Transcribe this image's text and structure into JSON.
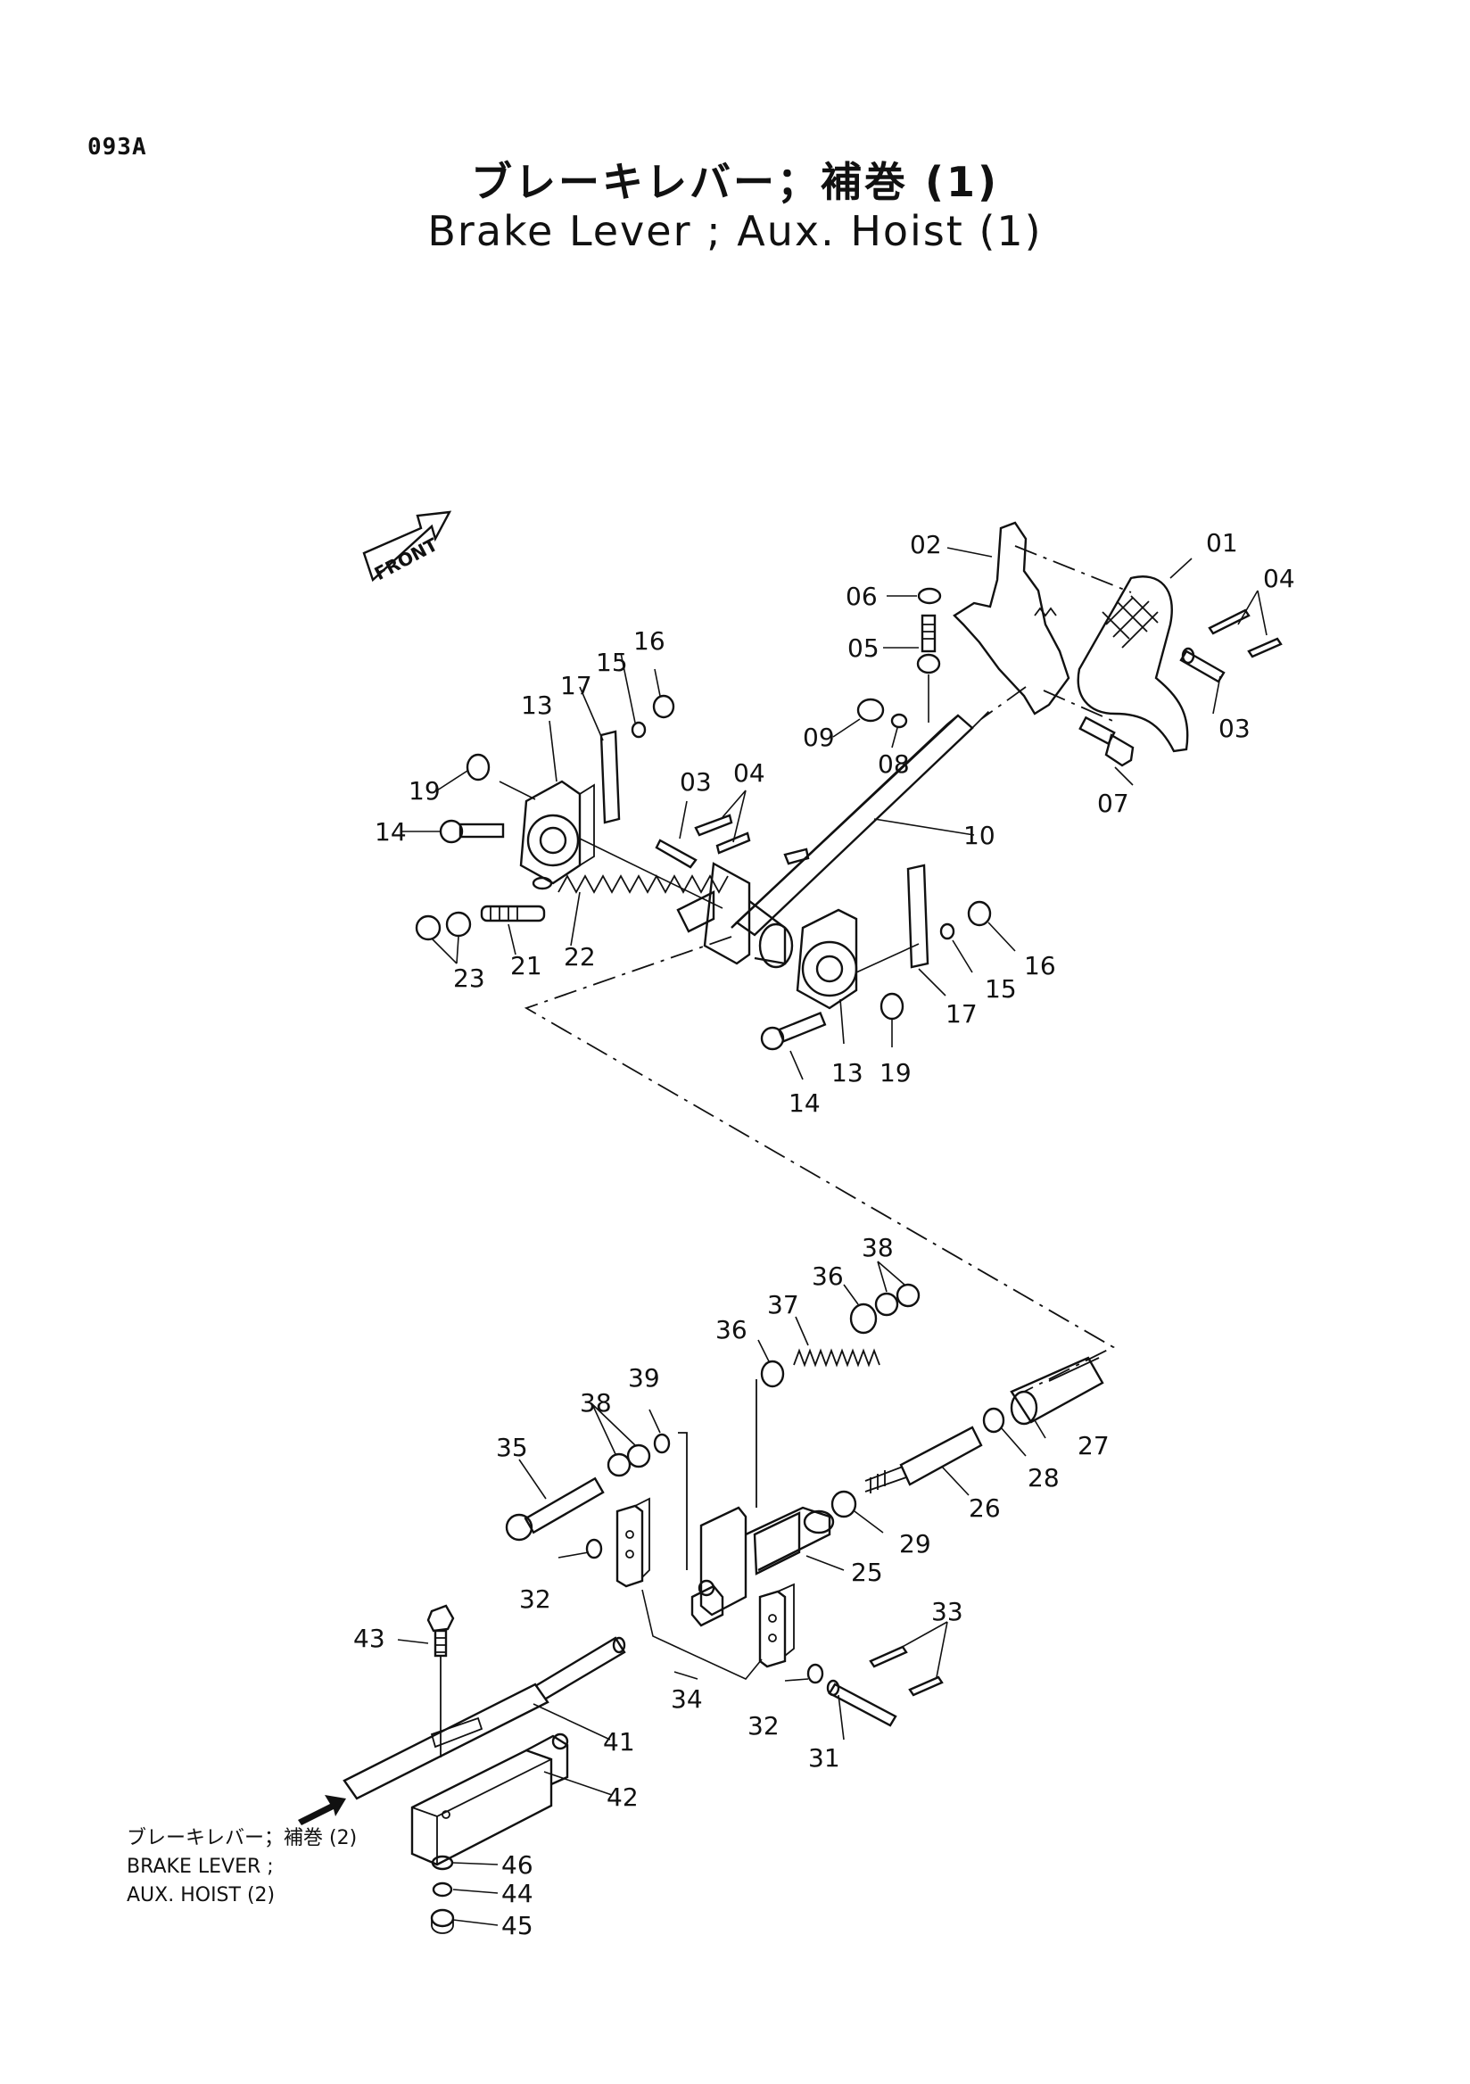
{
  "page_code": "093A",
  "title_ja": "ブレーキレバー；補巻 (1)",
  "title_en": "Brake Lever ; Aux. Hoist (1)",
  "front_label": "FRONT",
  "reference": {
    "line1": "ブレーキレバー；補巻 (2)",
    "line2": "BRAKE  LEVER ;",
    "line3": "AUX.  HOIST (2)"
  },
  "callouts": [
    "01",
    "02",
    "03",
    "04",
    "05",
    "06",
    "07",
    "08",
    "09",
    "10",
    "13",
    "14",
    "15",
    "16",
    "17",
    "19",
    "21",
    "22",
    "23",
    "13",
    "14",
    "15",
    "16",
    "17",
    "19",
    "03",
    "04",
    "25",
    "26",
    "27",
    "28",
    "29",
    "31",
    "32",
    "32",
    "33",
    "34",
    "35",
    "36",
    "36",
    "37",
    "38",
    "38",
    "39",
    "41",
    "42",
    "43",
    "44",
    "45",
    "46"
  ]
}
